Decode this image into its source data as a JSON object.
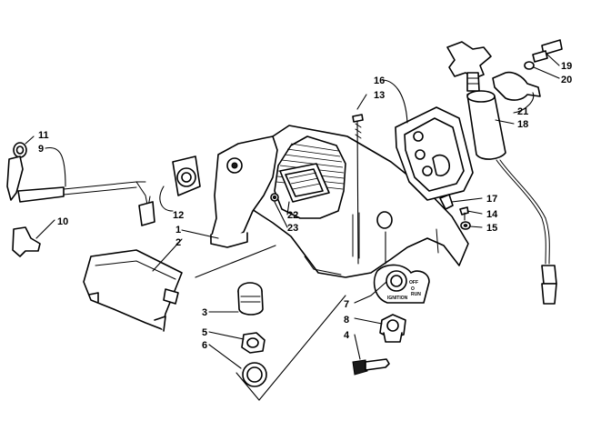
{
  "callouts": [
    {
      "id": "1",
      "label": "1"
    },
    {
      "id": "2",
      "label": "2"
    },
    {
      "id": "3",
      "label": "3"
    },
    {
      "id": "4",
      "label": "4"
    },
    {
      "id": "5",
      "label": "5"
    },
    {
      "id": "6",
      "label": "6"
    },
    {
      "id": "7",
      "label": "7"
    },
    {
      "id": "8",
      "label": "8"
    },
    {
      "id": "9",
      "label": "9"
    },
    {
      "id": "10",
      "label": "10"
    },
    {
      "id": "11",
      "label": "11"
    },
    {
      "id": "12",
      "label": "12"
    },
    {
      "id": "13",
      "label": "13"
    },
    {
      "id": "14",
      "label": "14"
    },
    {
      "id": "15",
      "label": "15"
    },
    {
      "id": "16",
      "label": "16"
    },
    {
      "id": "17",
      "label": "17"
    },
    {
      "id": "18",
      "label": "18"
    },
    {
      "id": "19",
      "label": "19"
    },
    {
      "id": "20",
      "label": "20"
    },
    {
      "id": "21",
      "label": "21"
    },
    {
      "id": "22",
      "label": "22"
    },
    {
      "id": "23",
      "label": "23"
    }
  ],
  "switch_plate": {
    "off": "OFF",
    "on": "O",
    "run": "RUN",
    "ignition": "IGNITION"
  }
}
